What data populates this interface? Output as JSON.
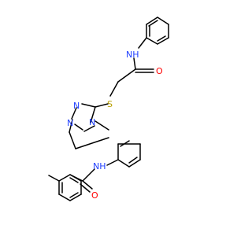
{
  "molecule": {
    "atoms": {
      "nh_top": {
        "text": "NH",
        "color": "#1f3fff"
      },
      "o_top": {
        "text": "O",
        "color": "#ff0000"
      },
      "s": {
        "text": "S",
        "color": "#b8a000"
      },
      "n_left": {
        "text": "N",
        "color": "#1f3fff"
      },
      "n_ring_left": {
        "text": "N",
        "color": "#1f3fff"
      },
      "n_ring_right": {
        "text": "N",
        "color": "#1f3fff"
      },
      "nh_bottom": {
        "text": "NH",
        "color": "#1f3fff"
      },
      "o_bottom": {
        "text": "O",
        "color": "#ff0000"
      }
    },
    "bond_color": "#000000"
  }
}
